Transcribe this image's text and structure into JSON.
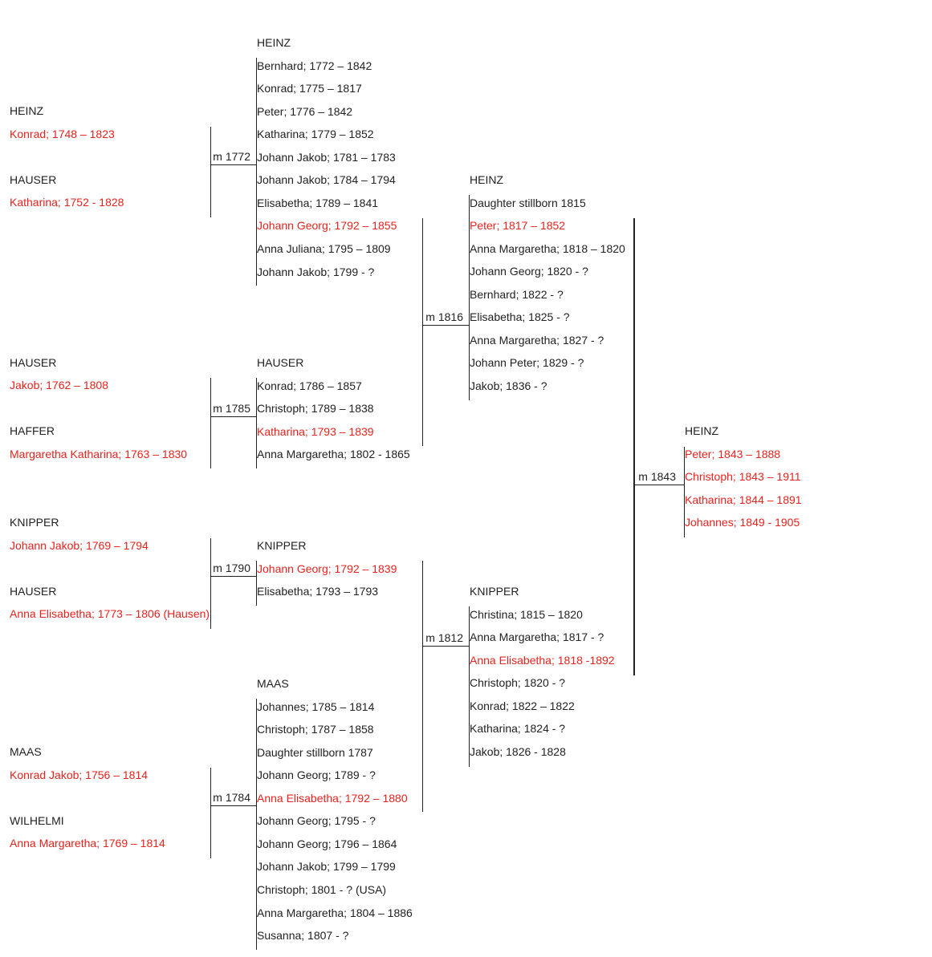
{
  "colors": {
    "highlight": "#e8231d",
    "text": "#222222",
    "line": "#222222"
  },
  "couples": [
    {
      "marriage": "m 1772",
      "husband": {
        "surname": "HEINZ",
        "name": "Konrad; 1748 – 1823"
      },
      "wife": {
        "surname": "HAUSER",
        "name": "Katharina; 1752 - 1828"
      },
      "children": {
        "surname": "HEINZ",
        "list": [
          {
            "text": "Bernhard; 1772 – 1842",
            "highlight": false
          },
          {
            "text": "Konrad; 1775 – 1817",
            "highlight": false
          },
          {
            "text": "Peter; 1776 – 1842",
            "highlight": false
          },
          {
            "text": "Katharina; 1779 – 1852",
            "highlight": false
          },
          {
            "text": "Johann Jakob; 1781 – 1783",
            "highlight": false
          },
          {
            "text": "Johann Jakob; 1784 – 1794",
            "highlight": false
          },
          {
            "text": "Elisabetha; 1789 – 1841",
            "highlight": false
          },
          {
            "text": "Johann Georg; 1792 – 1855",
            "highlight": true
          },
          {
            "text": "Anna Juliana; 1795 – 1809",
            "highlight": false
          },
          {
            "text": "Johann Jakob; 1799 - ?",
            "highlight": false
          }
        ]
      }
    },
    {
      "marriage": "m 1785",
      "husband": {
        "surname": "HAUSER",
        "name": "Jakob; 1762 – 1808"
      },
      "wife": {
        "surname": "HAFFER",
        "name": "Margaretha Katharina; 1763 – 1830"
      },
      "children": {
        "surname": "HAUSER",
        "list": [
          {
            "text": "Konrad; 1786 – 1857",
            "highlight": false
          },
          {
            "text": "Christoph; 1789 – 1838",
            "highlight": false
          },
          {
            "text": "Katharina; 1793 – 1839",
            "highlight": true
          },
          {
            "text": "Anna Margaretha; 1802 - 1865",
            "highlight": false
          }
        ]
      }
    },
    {
      "marriage": "m 1790",
      "husband": {
        "surname": "KNIPPER",
        "name": "Johann Jakob; 1769 – 1794"
      },
      "wife": {
        "surname": "HAUSER",
        "name": "Anna Elisabetha; 1773 – 1806 (Hausen)"
      },
      "children": {
        "surname": "KNIPPER",
        "list": [
          {
            "text": "Johann Georg; 1792 – 1839",
            "highlight": true
          },
          {
            "text": "Elisabetha; 1793 – 1793",
            "highlight": false
          }
        ]
      }
    },
    {
      "marriage": "m 1784",
      "husband": {
        "surname": "MAAS",
        "name": "Konrad Jakob; 1756 – 1814"
      },
      "wife": {
        "surname": "WILHELMI",
        "name": "Anna Margaretha; 1769 – 1814"
      },
      "children": {
        "surname": "MAAS",
        "list": [
          {
            "text": "Johannes; 1785 – 1814",
            "highlight": false
          },
          {
            "text": "Christoph; 1787 – 1858",
            "highlight": false
          },
          {
            "text": "Daughter stillborn 1787",
            "highlight": false
          },
          {
            "text": "Johann Georg; 1789 - ?",
            "highlight": false
          },
          {
            "text": "Anna Elisabetha; 1792 – 1880",
            "highlight": true
          },
          {
            "text": "Johann Georg; 1795 - ?",
            "highlight": false
          },
          {
            "text": "Johann Georg; 1796 – 1864",
            "highlight": false
          },
          {
            "text": "Johann Jakob; 1799 – 1799",
            "highlight": false
          },
          {
            "text": "Christoph; 1801 - ? (USA)",
            "highlight": false
          },
          {
            "text": "Anna Margaretha; 1804 – 1886",
            "highlight": false
          },
          {
            "text": "Susanna; 1807 - ?",
            "highlight": false
          }
        ]
      }
    },
    {
      "marriage": "m 1816",
      "children": {
        "surname": "HEINZ",
        "list": [
          {
            "text": "Daughter stillborn 1815",
            "highlight": false
          },
          {
            "text": "Peter; 1817 – 1852",
            "highlight": true
          },
          {
            "text": "Anna Margaretha; 1818 – 1820",
            "highlight": false
          },
          {
            "text": "Johann Georg; 1820 - ?",
            "highlight": false
          },
          {
            "text": "Bernhard; 1822 - ?",
            "highlight": false
          },
          {
            "text": "Elisabetha; 1825 - ?",
            "highlight": false
          },
          {
            "text": "Anna Margaretha; 1827 - ?",
            "highlight": false
          },
          {
            "text": "Johann Peter; 1829 - ?",
            "highlight": false
          },
          {
            "text": "Jakob; 1836 - ?",
            "highlight": false
          }
        ]
      }
    },
    {
      "marriage": "m 1812",
      "children": {
        "surname": "KNIPPER",
        "list": [
          {
            "text": "Christina; 1815 – 1820",
            "highlight": false
          },
          {
            "text": "Anna Margaretha; 1817 - ?",
            "highlight": false
          },
          {
            "text": "Anna Elisabetha; 1818 -1892",
            "highlight": true
          },
          {
            "text": "Christoph; 1820 - ?",
            "highlight": false
          },
          {
            "text": "Konrad; 1822 – 1822",
            "highlight": false
          },
          {
            "text": "Katharina; 1824 - ?",
            "highlight": false
          },
          {
            "text": "Jakob; 1826 - 1828",
            "highlight": false
          }
        ]
      }
    },
    {
      "marriage": "m 1843",
      "children": {
        "surname": "HEINZ",
        "list": [
          {
            "text": "Peter; 1843 – 1888",
            "highlight": true
          },
          {
            "text": "Christoph; 1843 – 1911",
            "highlight": true
          },
          {
            "text": "Katharina; 1844 – 1891",
            "highlight": true
          },
          {
            "text": "Johannes; 1849 - 1905",
            "highlight": true
          }
        ]
      }
    }
  ]
}
